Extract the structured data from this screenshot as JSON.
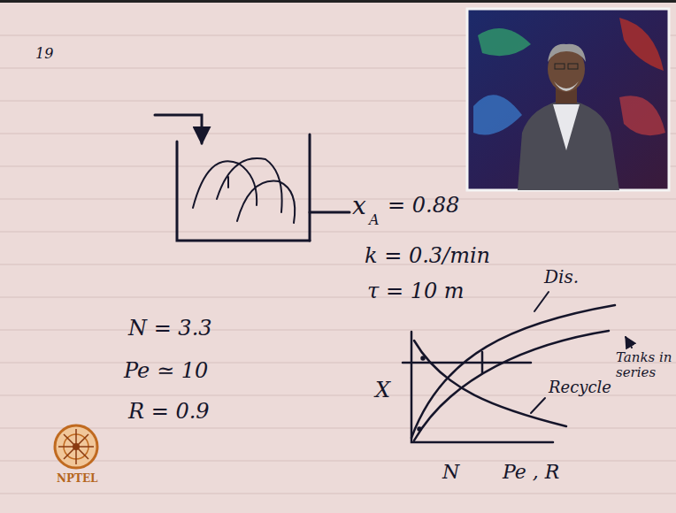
{
  "diagram": {
    "labels": [
      "19",
      "x",
      "A",
      "= 0.88",
      "k = 0.3/min",
      "τ = 10 m",
      "N = 3.3",
      "Pe ≃ 10",
      "R = 0.9",
      "X",
      "Dis.",
      "Tanks in series",
      "Recycle",
      "N",
      "Pe , R",
      "NPTEL"
    ]
  }
}
